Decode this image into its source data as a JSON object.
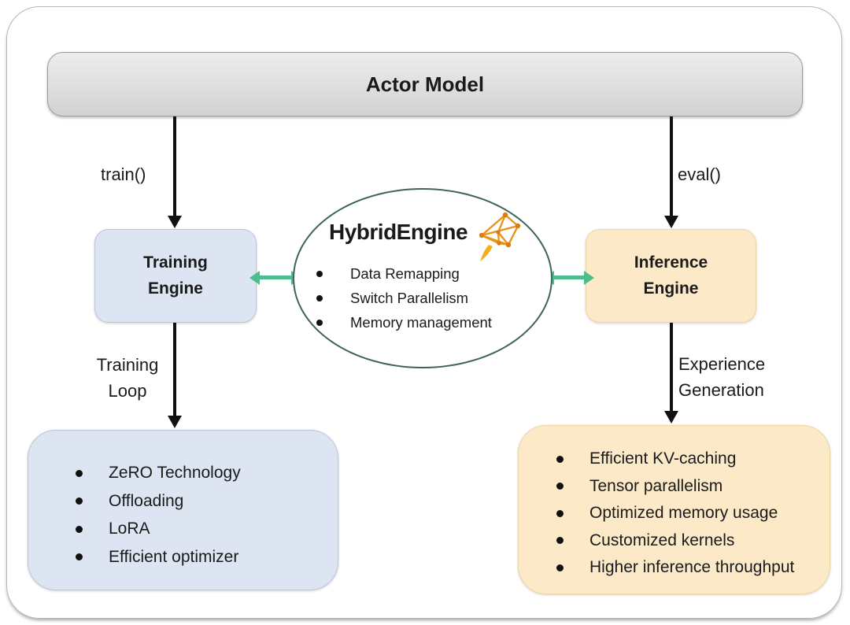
{
  "colors": {
    "accent-green": "#4dbd8e",
    "actor-fill-top": "#ededed",
    "actor-fill-bottom": "#d2d2d2",
    "actor-border": "#9a9a9a",
    "training-fill": "#dce5f1",
    "training-border": "#b9c7dc",
    "inference-fill": "#fce9c8",
    "inference-border": "#eed6a6",
    "ellipse-border": "#3e6458",
    "arrow-black": "#111111",
    "frame-border": "#b5b5b5",
    "text-color": "#1a1a1a"
  },
  "actor": {
    "label": "Actor Model"
  },
  "edges": {
    "train_label": "train()",
    "eval_label": "eval()",
    "training_loop_line1": "Training",
    "training_loop_line2": "Loop",
    "experience_line1": "Experience",
    "experience_line2": "Generation"
  },
  "training_engine": {
    "line1": "Training",
    "line2": "Engine"
  },
  "inference_engine": {
    "line1": "Inference",
    "line2": "Engine"
  },
  "hybrid_engine": {
    "title": "HybridEngine",
    "logo_icon": "verl-logo",
    "items": [
      "Data Remapping",
      "Switch Parallelism",
      "Memory management"
    ]
  },
  "training_features": {
    "items": [
      "ZeRO Technology",
      "Offloading",
      "LoRA",
      "Efficient optimizer"
    ]
  },
  "inference_features": {
    "items": [
      "Efficient KV-caching",
      "Tensor parallelism",
      "Optimized memory usage",
      "Customized kernels",
      "Higher inference throughput"
    ]
  }
}
